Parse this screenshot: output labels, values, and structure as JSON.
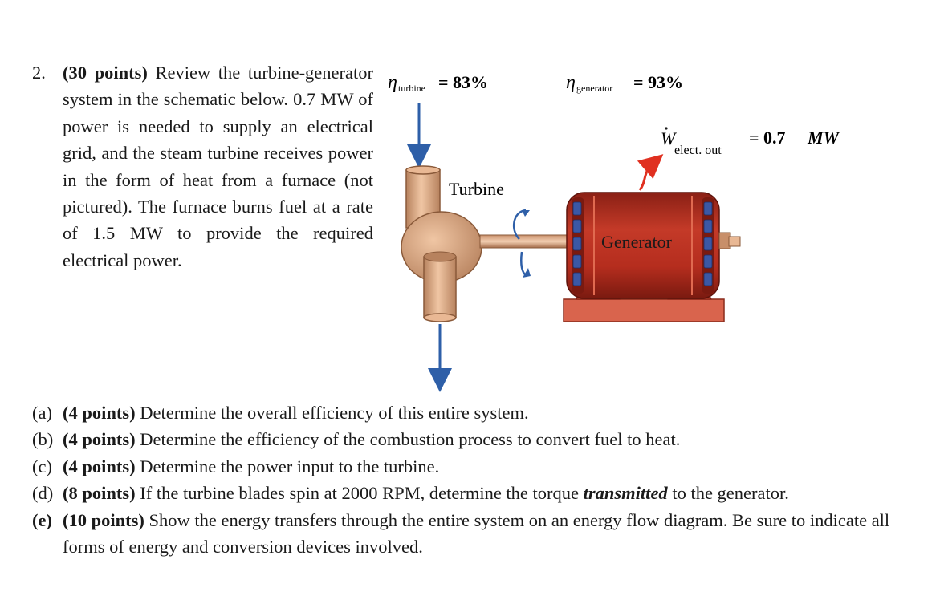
{
  "problem": {
    "number": "2.",
    "points": "(30 points)",
    "text": " Review the turbine-generator system in the schematic below. 0.7 MW of power is needed to supply an electrical grid, and the steam turbine receives power in the form of heat from a furnace (not pictured). The furnace burns fuel at a rate of 1.5 MW to provide the required electrical power."
  },
  "diagram": {
    "eta_symbol": "η",
    "turbine_eff_subscript": "turbine",
    "turbine_eff_value": "= 83%",
    "generator_eff_subscript": "generator",
    "generator_eff_value": "= 93%",
    "w_symbol": "W",
    "w_subscript": "elect. out",
    "w_value": "= 0.7",
    "w_unit": "MW",
    "turbine_label": "Turbine",
    "generator_label": "Generator",
    "colors": {
      "pipe": "#d9a07a",
      "pipe_edge": "#8a5a3a",
      "generator_body": "#b52d1e",
      "generator_dark": "#7a1a10",
      "base": "#d9644d",
      "arrow_blue": "#2e5fa8",
      "arrow_red": "#e03020"
    }
  },
  "parts": [
    {
      "label": "(a)",
      "points": "(4 points)",
      "text": " Determine the overall efficiency of this entire system."
    },
    {
      "label": "(b)",
      "points": "(4 points)",
      "text": " Determine the efficiency of the combustion process to convert fuel to heat."
    },
    {
      "label": "(c)",
      "points": "(4 points)",
      "text": " Determine the power input to the turbine."
    },
    {
      "label": "(d)",
      "points": "(8 points)",
      "text_before": " If the turbine blades spin at 2000 RPM, determine the torque ",
      "emphasis": "transmitted",
      "text_after": " to the generator."
    },
    {
      "label": "(e)",
      "points": "(10 points)",
      "text": " Show the energy transfers through the entire system on an energy flow diagram. Be sure to indicate all forms of energy and conversion devices involved."
    }
  ]
}
